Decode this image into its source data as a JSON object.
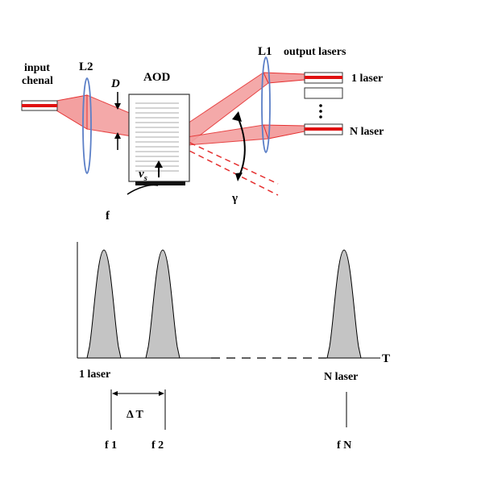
{
  "optics": {
    "input_label_line1": "input",
    "input_label_line2": "chenal",
    "lens2_label": "L2",
    "aperture_label": "D",
    "aod_label": "AOD",
    "velocity_label": "v",
    "velocity_subscript": "s",
    "frequency_label": "f",
    "angle_label": "γ",
    "lens1_label": "L1",
    "output_label": "output lasers",
    "first_output_label": "1  laser",
    "nth_output_label": "N  laser",
    "beam_color": "#e53030",
    "beam_fill_color": "#f3a0a0",
    "lens_color": "#5b7fc7"
  },
  "timing": {
    "axis_label": "T",
    "pulse_fill_color": "#c4c4c4",
    "pulses": [
      {
        "label": "1  laser",
        "freq_label": "f 1"
      },
      {
        "label": "",
        "freq_label": "f 2"
      },
      {
        "label": "N laser",
        "freq_label": "f N"
      }
    ],
    "interval_label": "Δ T"
  }
}
